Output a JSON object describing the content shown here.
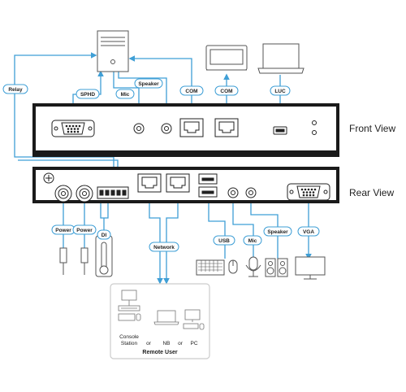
{
  "views": {
    "front": "Front View",
    "rear": "Rear View"
  },
  "labels": {
    "relay": "Relay",
    "sphd": "SPHD",
    "mic_front": "Mic",
    "speaker_front": "Speaker",
    "com1": "COM",
    "com2": "COM",
    "luc": "LUC",
    "power1": "Power",
    "power2": "Power",
    "di": "DI",
    "network": "Network",
    "usb": "USB",
    "mic_rear": "Mic",
    "speaker_rear": "Speaker",
    "vga": "VGA"
  },
  "remote_user": {
    "console_line1": "Console",
    "console_line2": "Station",
    "or1": "or",
    "nb": "NB",
    "or2": "or",
    "pc": "PC",
    "title": "Remote User"
  },
  "colors": {
    "connector_blue": "#3f9fd6",
    "device_body": "#1a1a1a",
    "panel_fill": "#ffffff",
    "icon_grey": "#555555",
    "remote_box_border": "#cccccc"
  }
}
